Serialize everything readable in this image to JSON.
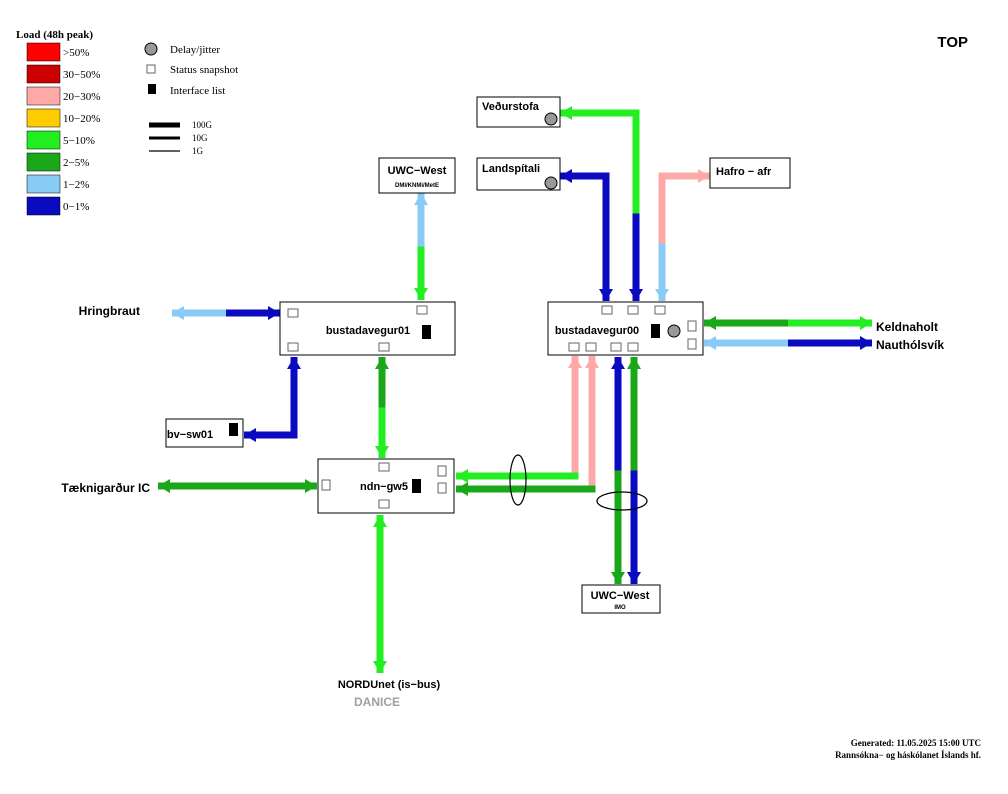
{
  "page_label": "TOP",
  "legend": {
    "title": "Load (48h peak)",
    "items": [
      {
        "label": ">50%",
        "color": "#ff0000"
      },
      {
        "label": "30−50%",
        "color": "#cc0000"
      },
      {
        "label": "20−30%",
        "color": "#ffa8a8"
      },
      {
        "label": "10−20%",
        "color": "#ffcc00"
      },
      {
        "label": "5−10%",
        "color": "#22ee22"
      },
      {
        "label": "2−5%",
        "color": "#1aa81a"
      },
      {
        "label": "1−2%",
        "color": "#88ccf5"
      },
      {
        "label": "0−1%",
        "color": "#0a0ac0"
      }
    ]
  },
  "symbols": {
    "delay": "Delay/jitter",
    "status": "Status snapshot",
    "iface": "Interface list"
  },
  "widths": {
    "w100": "100G",
    "w10": "10G",
    "w1": "1G"
  },
  "nodes": {
    "bustadavegur01": "bustadavegur01",
    "bustadavegur00": "bustadavegur00",
    "ndn_gw5": "ndn−gw5",
    "bv_sw01": "bv−sw01",
    "uwc_top_title": "UWC−West",
    "uwc_top_sub": "DMI/KNMi/MetE",
    "uwc_bot_title": "UWC−West",
    "uwc_bot_sub": "IMO",
    "vedurstofa": "Veðurstofa",
    "landspitali": "Landspítali",
    "hafro": "Hafro − afr"
  },
  "labels": {
    "hringbraut": "Hringbraut",
    "keldnaholt": "Keldnaholt",
    "nautholsvik": "Nauthólsvík",
    "taeknigardur": "Tæknigarður IC",
    "nordunet": "NORDUnet (is−bus)",
    "danice": "DANICE"
  },
  "footer": {
    "generated": "Generated:  11.05.2025 15:00 UTC",
    "org": "Rannsókna− og háskólanet Íslands hf."
  },
  "colors": {
    "c5_10": "#22ee22",
    "c2_5": "#1aa81a",
    "c1_2": "#88ccf5",
    "c0_1": "#0a0ac0",
    "c20_30": "#ffa8a8",
    "danice": "#a0a0a0"
  }
}
